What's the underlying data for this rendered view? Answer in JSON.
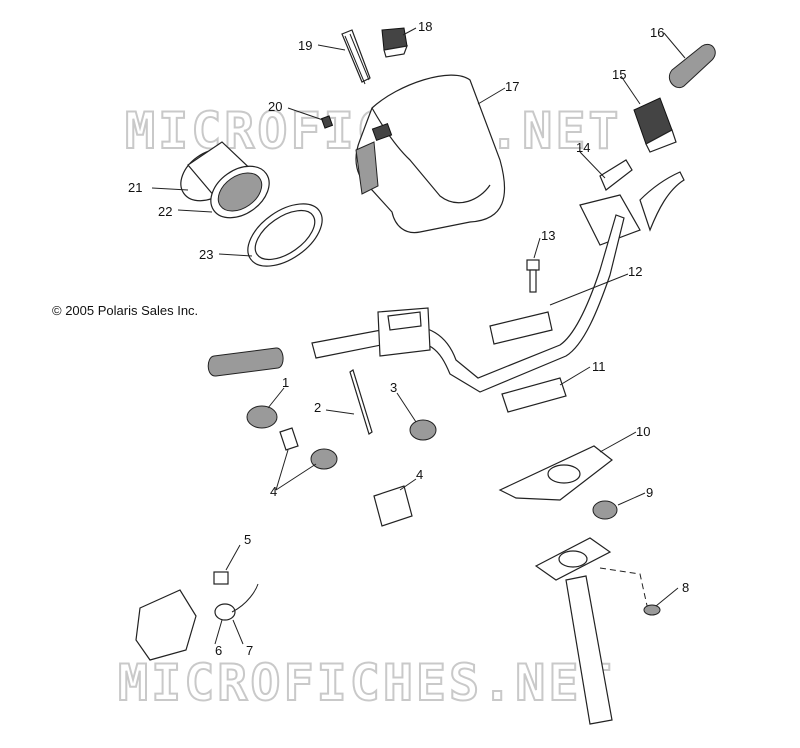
{
  "copyright": "© 2005 Polaris Sales Inc.",
  "watermarks": [
    "MICROFICHES.NET",
    "MICROFICHES.NET"
  ],
  "callouts": [
    "1",
    "2",
    "3",
    "4",
    "4",
    "5",
    "6",
    "7",
    "8",
    "9",
    "10",
    "11",
    "12",
    "13",
    "14",
    "15",
    "16",
    "17",
    "18",
    "19",
    "20",
    "21",
    "22",
    "23"
  ]
}
